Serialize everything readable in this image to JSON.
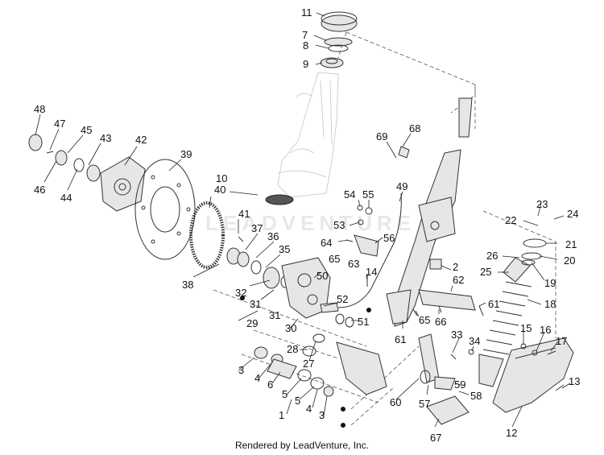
{
  "footer": "Rendered by LeadVenture, Inc.",
  "watermark": "LEADVENTURE",
  "callouts": [
    "11",
    "7",
    "8",
    "9",
    "48",
    "47",
    "45",
    "43",
    "42",
    "39",
    "46",
    "44",
    "10",
    "40",
    "41",
    "37",
    "36",
    "35",
    "38",
    "32",
    "31",
    "50",
    "31",
    "29",
    "30",
    "28",
    "27",
    "3",
    "4",
    "6",
    "5",
    "5",
    "4",
    "3",
    "1",
    "69",
    "68",
    "54",
    "55",
    "49",
    "53",
    "56",
    "64",
    "65",
    "63",
    "14",
    "52",
    "51",
    "2",
    "62",
    "61",
    "65",
    "66",
    "61",
    "33",
    "34",
    "57",
    "59",
    "58",
    "60",
    "67",
    "23",
    "24",
    "22",
    "21",
    "26",
    "20",
    "25",
    "19",
    "18",
    "15",
    "16",
    "17",
    "13",
    "12"
  ],
  "colors": {
    "ink": "#111111",
    "line": "#333333",
    "fill": "#e6e6e6",
    "ghost": "#cfcfcf"
  }
}
